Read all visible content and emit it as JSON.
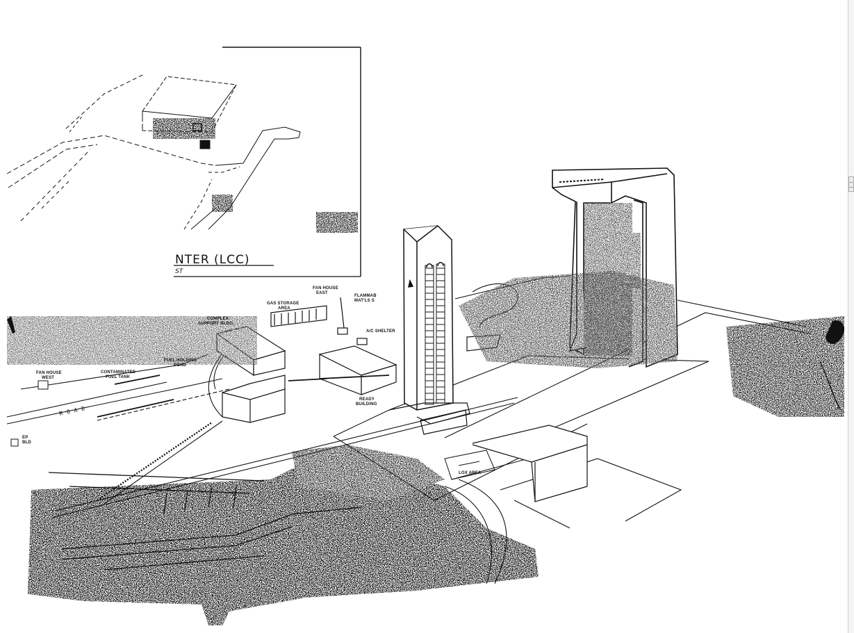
{
  "inset": {
    "title": "NTER (LCC)",
    "subtitle": "ST"
  },
  "labels": {
    "fan_house_east": [
      "FAN HOUSE",
      "EAST"
    ],
    "flammable_matls": [
      "FLAMMAB",
      "MAT'LS S"
    ],
    "gas_storage": [
      "GAS STORAGE",
      "AREA"
    ],
    "complex_support": [
      "COMPLEX",
      "SUPPORT BLDG."
    ],
    "ac_shelter": "A/C SHELTER",
    "fuel_holding": [
      "FUEL HOLDING",
      "POND"
    ],
    "contaminated_fuel": [
      "CONTAMINATED",
      "FUEL TANK"
    ],
    "fan_house_west": [
      "FAN HOUSE",
      "WEST"
    ],
    "ready_building": [
      "READY",
      "BUILDING"
    ],
    "road": "ROAD",
    "ep_bldg": [
      "EP",
      "BLD"
    ],
    "lox_area": "LOX AREA"
  },
  "colors": {
    "ink": "#111111",
    "paper": "#ffffff"
  }
}
